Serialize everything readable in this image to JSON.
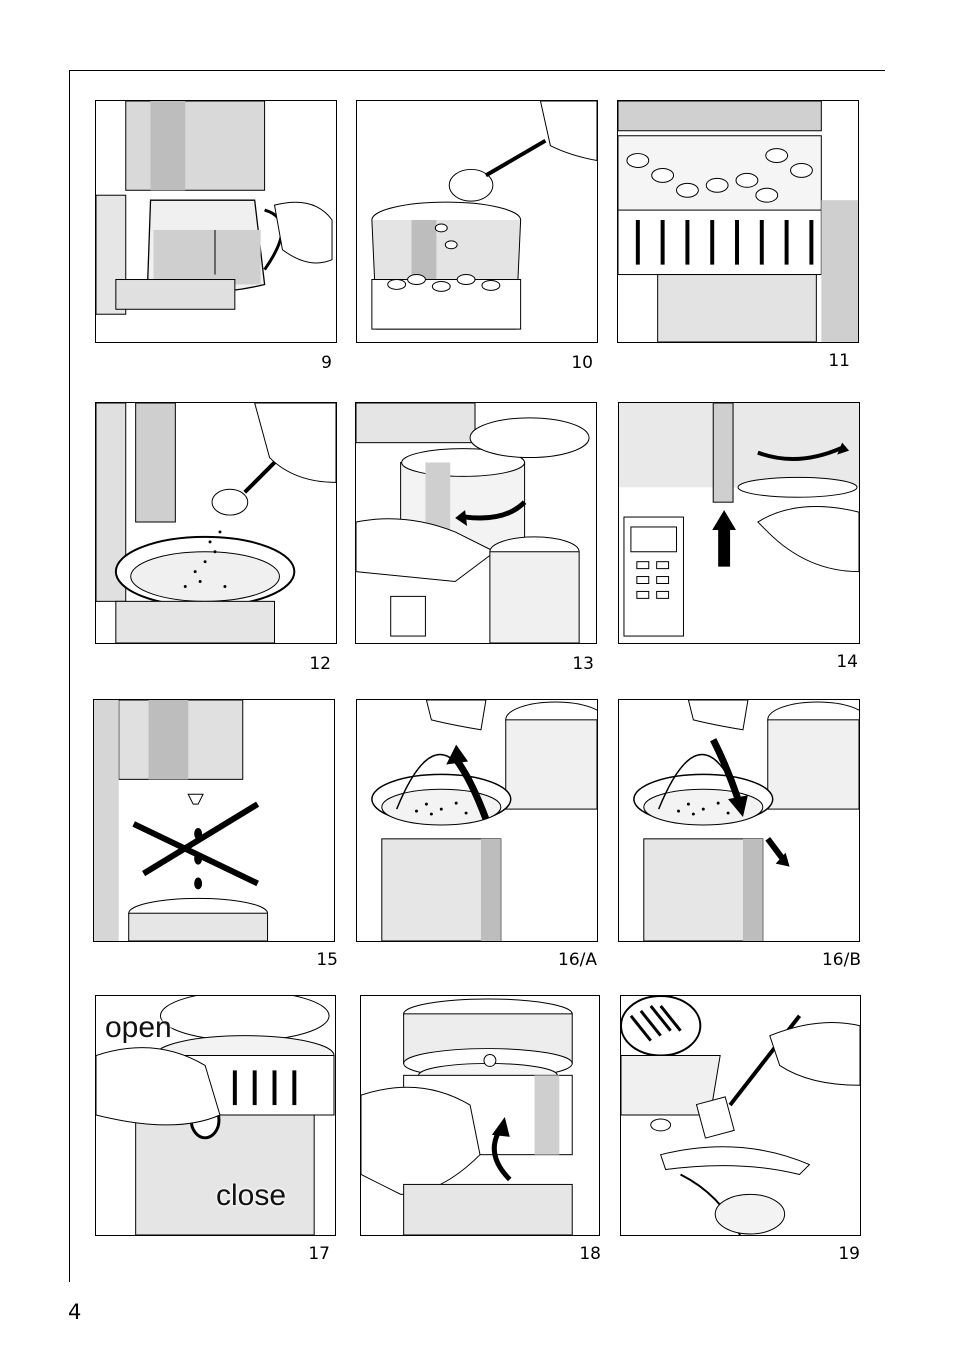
{
  "page_number": "4",
  "figures": [
    {
      "label": "9"
    },
    {
      "label": "10"
    },
    {
      "label": "11"
    },
    {
      "label": "12"
    },
    {
      "label": "13"
    },
    {
      "label": "14"
    },
    {
      "label": "15"
    },
    {
      "label": "16/A"
    },
    {
      "label": "16/B"
    },
    {
      "label": "17",
      "text_open": "open",
      "text_close": "close"
    },
    {
      "label": "18"
    },
    {
      "label": "19"
    }
  ]
}
